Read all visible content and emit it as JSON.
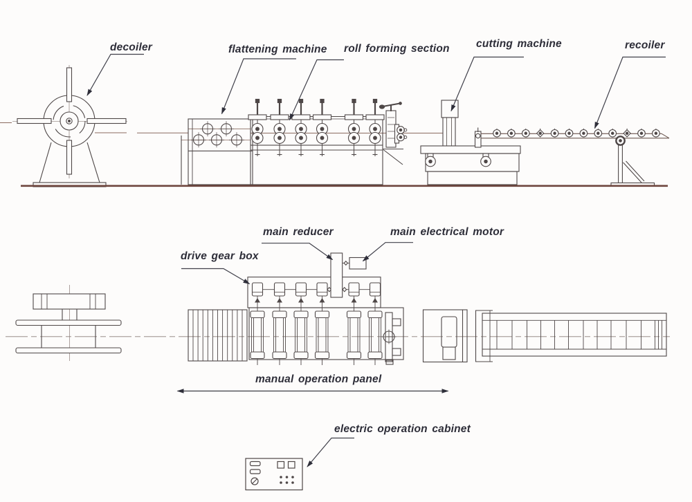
{
  "labels": {
    "decoiler": "decoiler",
    "flattening_machine": "flattening machine",
    "roll_forming_section": "roll forming section",
    "cutting_machine": "cutting machine",
    "recoiler": "recoiler",
    "drive_gear_box": "drive gear box",
    "main_reducer": "main reducer",
    "main_electrical_motor": "main electrical motor",
    "manual_operation_panel": "manual operation panel",
    "electric_operation_cabinet": "electric operation cabinet"
  },
  "colors": {
    "line": "#4e4747",
    "warm_line": "#8a6a5f",
    "ground": "#6d453d",
    "centerline": "#8a7d78",
    "label_text": "#2d2d38",
    "leader": "#40404a",
    "background": "#fdfcfb"
  }
}
